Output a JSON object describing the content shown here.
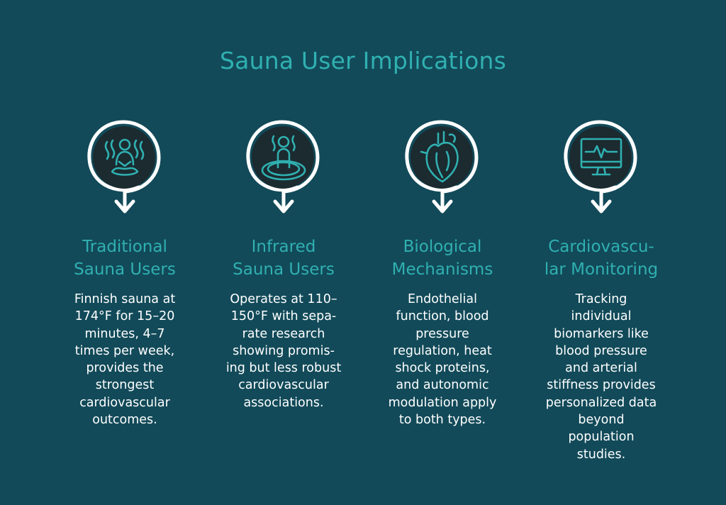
{
  "title": "Sauna User Implications",
  "colors": {
    "background": "#124a59",
    "accent": "#30b0b1",
    "circle": "#1b2b30",
    "ring": "#ffffff"
  },
  "cards": [
    {
      "icon": "person-meditating-heat-icon",
      "heading": "Traditional\nSauna Users",
      "text": "Finnish sauna at\n174°F for 15–20\nminutes, 4–7\ntimes per week,\nprovides the\nstrongest\ncardiovascular\noutcomes."
    },
    {
      "icon": "person-infrared-heat-icon",
      "heading": "Infrared\nSauna Users",
      "text": "Operates at 110–\n150°F with sepa-\nrate research\nshowing promis-\ning but less robust\ncardiovascular\nassociations."
    },
    {
      "icon": "heart-anatomy-icon",
      "heading": "Biological\nMechanisms",
      "text": "Endothelial\nfunction, blood\npressure\nregulation, heat\nshock proteins,\nand autonomic\nmodulation apply\nto both types."
    },
    {
      "icon": "heart-monitor-icon",
      "heading": "Cardiovascu-\nlar Monitoring",
      "text": "Tracking\nindividual\nbiomarkers like\nblood pressure\nand arterial\nstiffness provides\npersonalized data\nbeyond\npopulation\nstudies."
    }
  ]
}
